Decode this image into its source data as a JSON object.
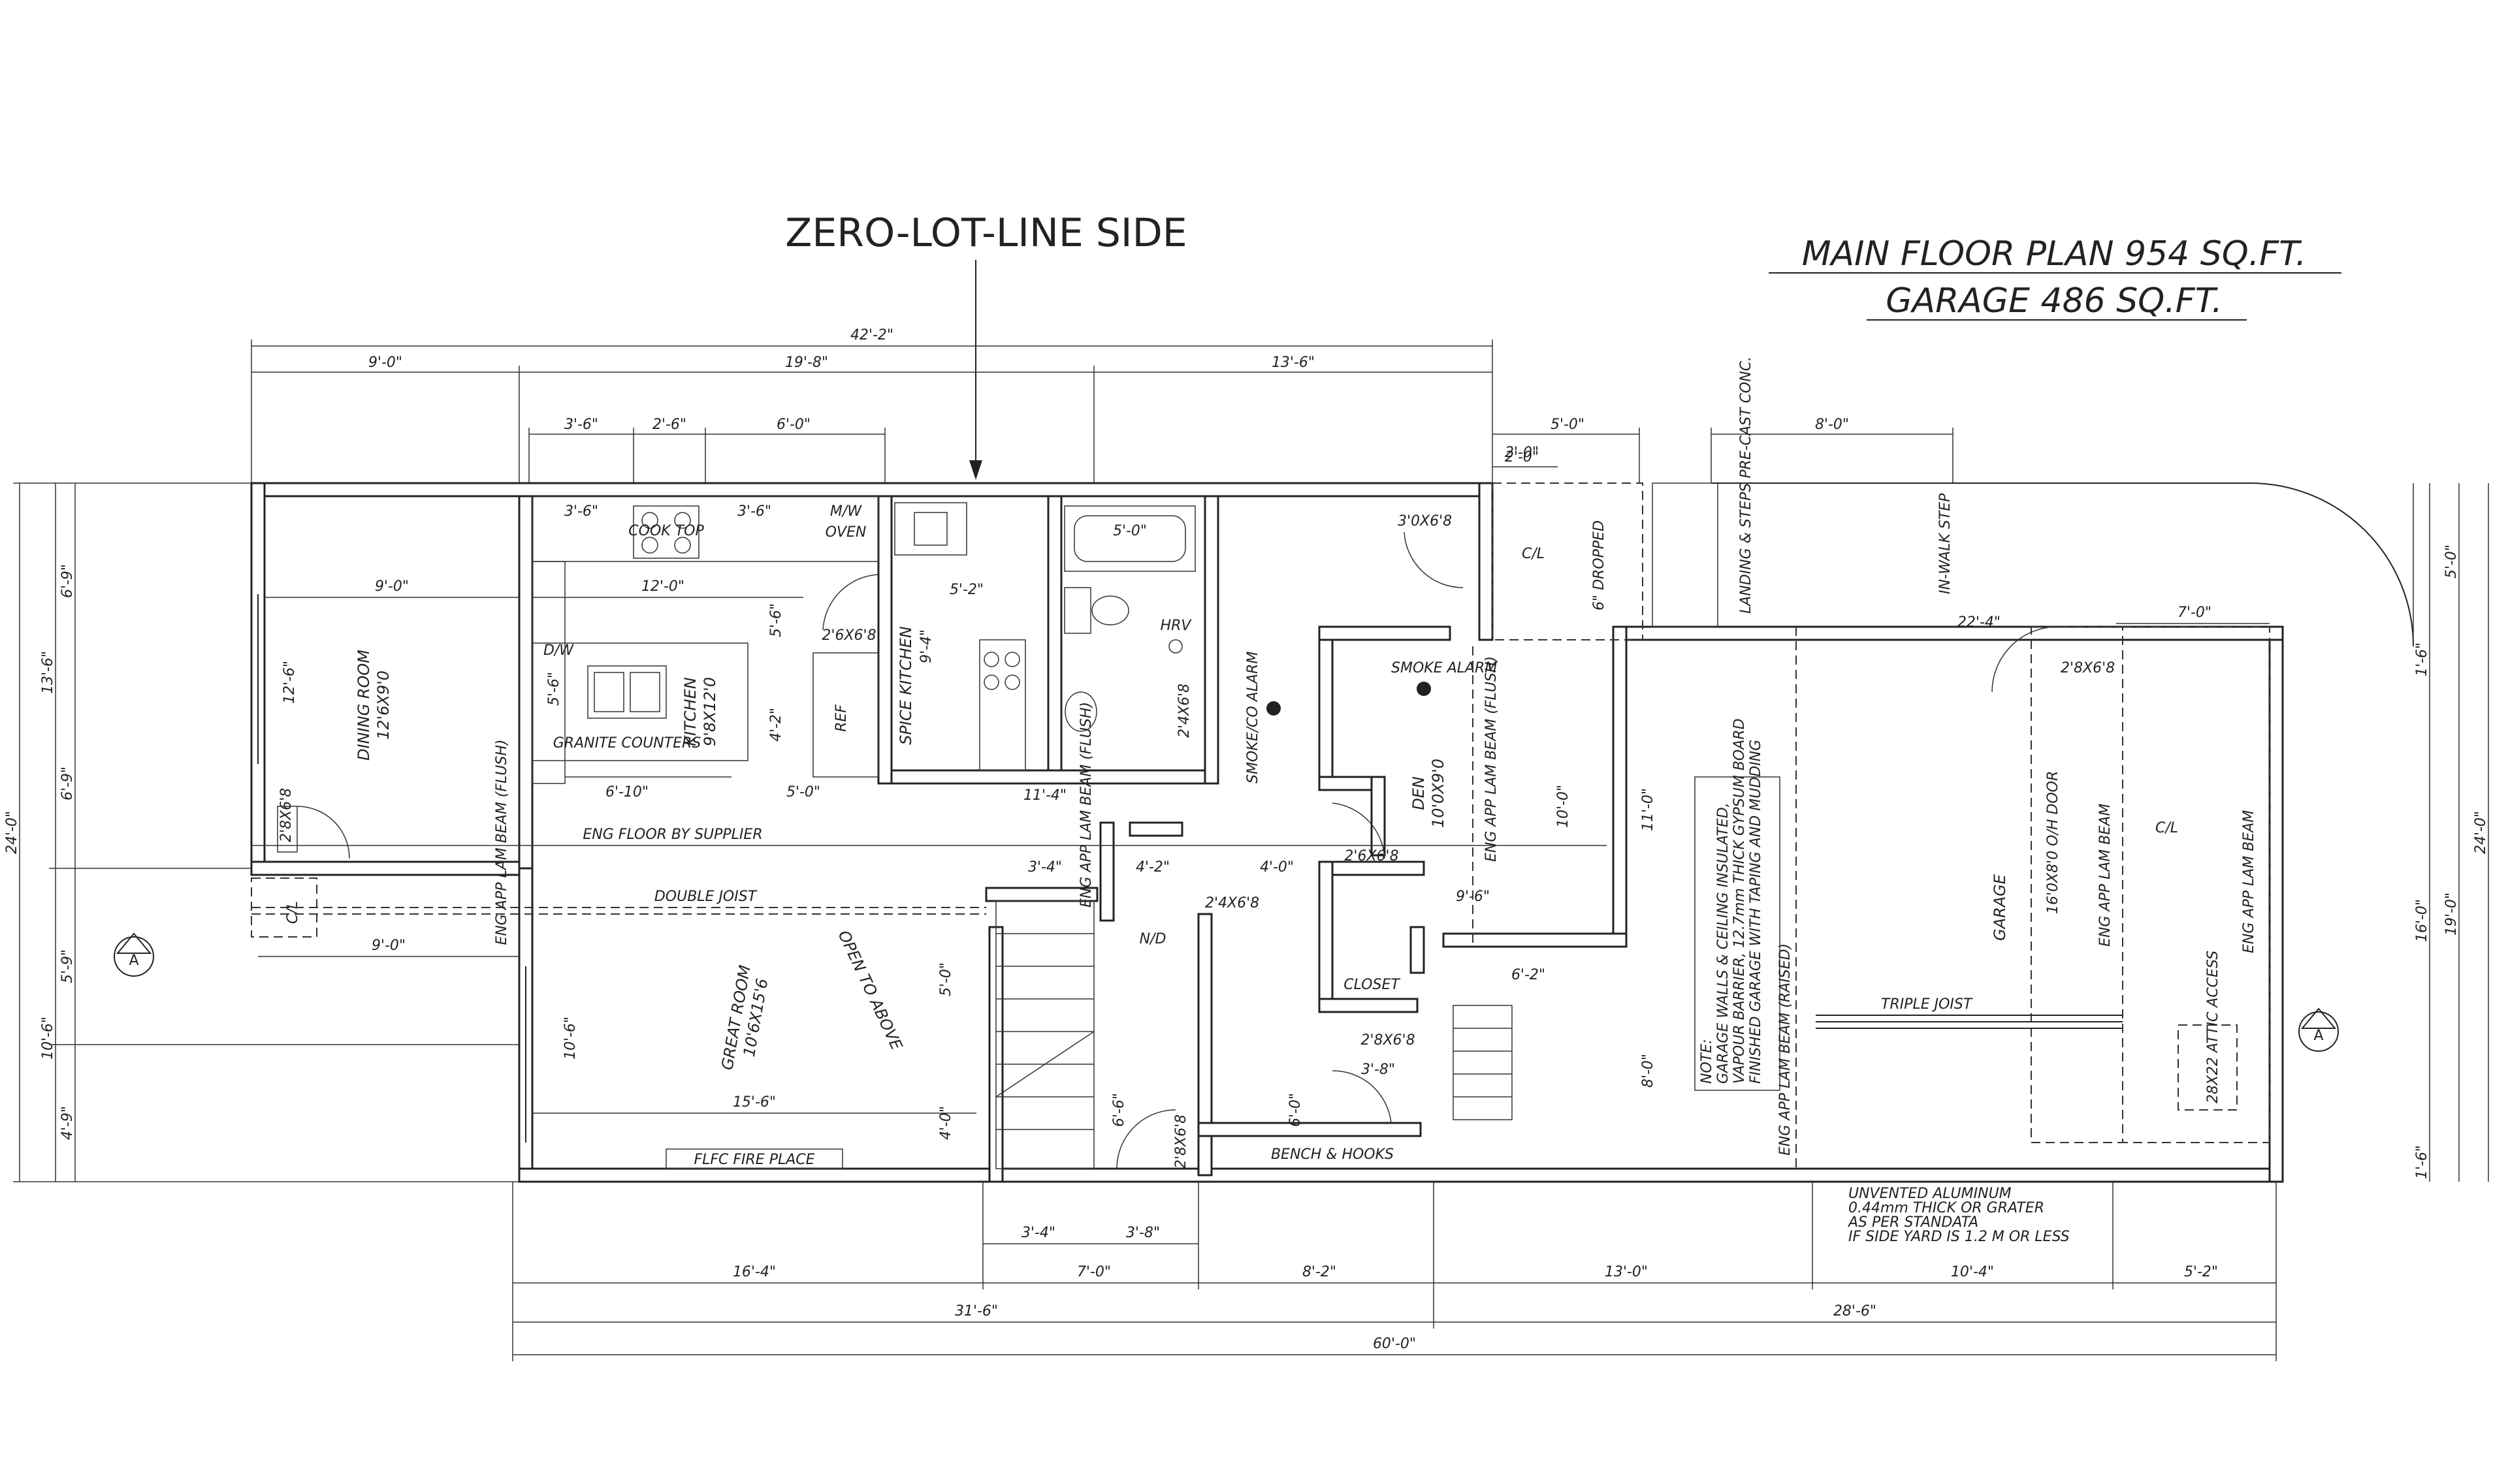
{
  "header": {
    "zero_lot": "ZERO-LOT-LINE SIDE",
    "main_floor": "MAIN FLOOR PLAN 954 SQ.FT.",
    "garage_area": "GARAGE 486 SQ.FT."
  },
  "rooms": {
    "dining": "DINING ROOM",
    "dining_size": "12'6X9'0",
    "kitchen": "KITCHEN",
    "kitchen_size": "9'8X12'0",
    "granite": "GRANITE COUNTERS",
    "cooktop": "COOK TOP",
    "mw": "M/W",
    "oven": "OVEN",
    "dw": "D/W",
    "ref": "REF",
    "spice": "SPICE KITCHEN",
    "spice_size": "9'-4\"",
    "hrv": "HRV",
    "great": "GREAT ROOM",
    "great_size": "10'6X15'6",
    "open_above": "OPEN TO ABOVE",
    "fireplace": "FLFC FIRE PLACE",
    "den": "DEN",
    "den_size": "10'0X9'0",
    "closet": "CLOSET",
    "bench": "BENCH & HOOKS",
    "garage": "GARAGE",
    "attic": "28X22 ATTIC ACCESS",
    "landing": "LANDING & STEPS PRE-CAST CONC.",
    "walk_step": "IN-WALK STEP",
    "ohdoor": "16'0X8'0 O/H DOOR",
    "smoke_co": "SMOKE/CO ALARM",
    "smoke": "SMOKE ALARM",
    "dropped": "6\" DROPPED",
    "cl": "C/L",
    "nd": "N/D"
  },
  "notes": {
    "eng_floor": "ENG FLOOR BY SUPPLIER",
    "double_joist": "DOUBLE JOIST",
    "triple_joist": "TRIPLE JOIST",
    "lam_beam_flush": "ENG APP LAM BEAM (FLUSH)",
    "lam_beam": "ENG APP LAM BEAM",
    "lam_beam_raised": "ENG APP LAM BEAM (RAISED)",
    "garage_note_1": "NOTE:",
    "garage_note_2": "GARAGE WALLS & CEILING INSULATED,",
    "garage_note_3": "VAPOUR BARRIER, 12.7mm THICK GYPSUM BOARD",
    "garage_note_4": "FINISHED GARAGE WITH TAPING AND MUDDING",
    "aluminum_1": "UNVENTED ALUMINUM",
    "aluminum_2": "0.44mm THICK OR GRATER",
    "aluminum_3": "AS PER STANDATA",
    "aluminum_4": "IF SIDE YARD IS 1.2 M OR LESS",
    "section_marker": "A"
  },
  "doors": {
    "d_2x6_8": "2'8X6'8",
    "d_3x6_8": "3'0X6'8",
    "d_2x6_8b": "2'6X6'8",
    "d_24x6_8": "2'4X6'8",
    "d_28x6_8": "2'8X6'8"
  },
  "dims": {
    "top_total": "42'-2\"",
    "top_a": "9'-0\"",
    "top_b": "19'-8\"",
    "top_c": "13'-6\"",
    "k_a": "3'-6\"",
    "k_b": "2'-6\"",
    "k_c": "6'-0\"",
    "k_d": "3'-6\"",
    "k_e": "3'-6\"",
    "e_a": "5'-0\"",
    "e_b": "2'-0\"",
    "e_c": "8'-0\"",
    "bot_a": "16'-4\"",
    "bot_b": "7'-0\"",
    "bot_c": "8'-2\"",
    "bot_d": "13'-0\"",
    "bot_e": "10'-4\"",
    "bot_f": "5'-2\"",
    "bot_g": "3'-4\"",
    "bot_h": "3'-8\"",
    "sum_a": "31'-6\"",
    "sum_b": "28'-6\"",
    "total": "60'-0\"",
    "left_a": "6'-9\"",
    "left_b": "6'-9\"",
    "left_c": "5'-9\"",
    "left_d": "4'-9\"",
    "left_big1": "13'-6\"",
    "left_big2": "10'-6\"",
    "left_total": "24'-0\"",
    "right_a": "5'-0\"",
    "right_b": "1'-6\"",
    "right_c": "16'-0\"",
    "right_d": "1'-6\"",
    "right_e": "19'-0\"",
    "right_total": "24'-0\"",
    "dining_w": "9'-0\"",
    "dining_h": "12'-6\"",
    "dining_w2": "9'-0\"",
    "kitchen_w": "12'-0\"",
    "kitchen_w2": "6'-10\"",
    "kitchen_w3": "5'-0\"",
    "kitchen_h": "4'-2\"",
    "kitchen_h2": "5'-6\"",
    "spice_w": "5'-2\"",
    "spice_w2": "11'-4\"",
    "bath_w": "5'-0\"",
    "great_w": "15'-6\"",
    "great_h": "10'-6\"",
    "stair_w": "3'-4\"",
    "stair_w2": "4'-2\"",
    "den_w": "4'-0\"",
    "den_h": "10'-0\"",
    "den_w2": "6'-2\"",
    "den_w3": "9'-6\"",
    "garage_w": "22'-4\"",
    "garage_w2": "7'-0\"",
    "garage_h": "11'-0\"",
    "garage_h2": "8'-0\"",
    "closet_w": "3'-8\"",
    "foyer_h": "6'-0\"",
    "foyer_h2": "6'-6\"",
    "stair_h": "5'-0\"",
    "stair_h2": "4'-0\""
  }
}
